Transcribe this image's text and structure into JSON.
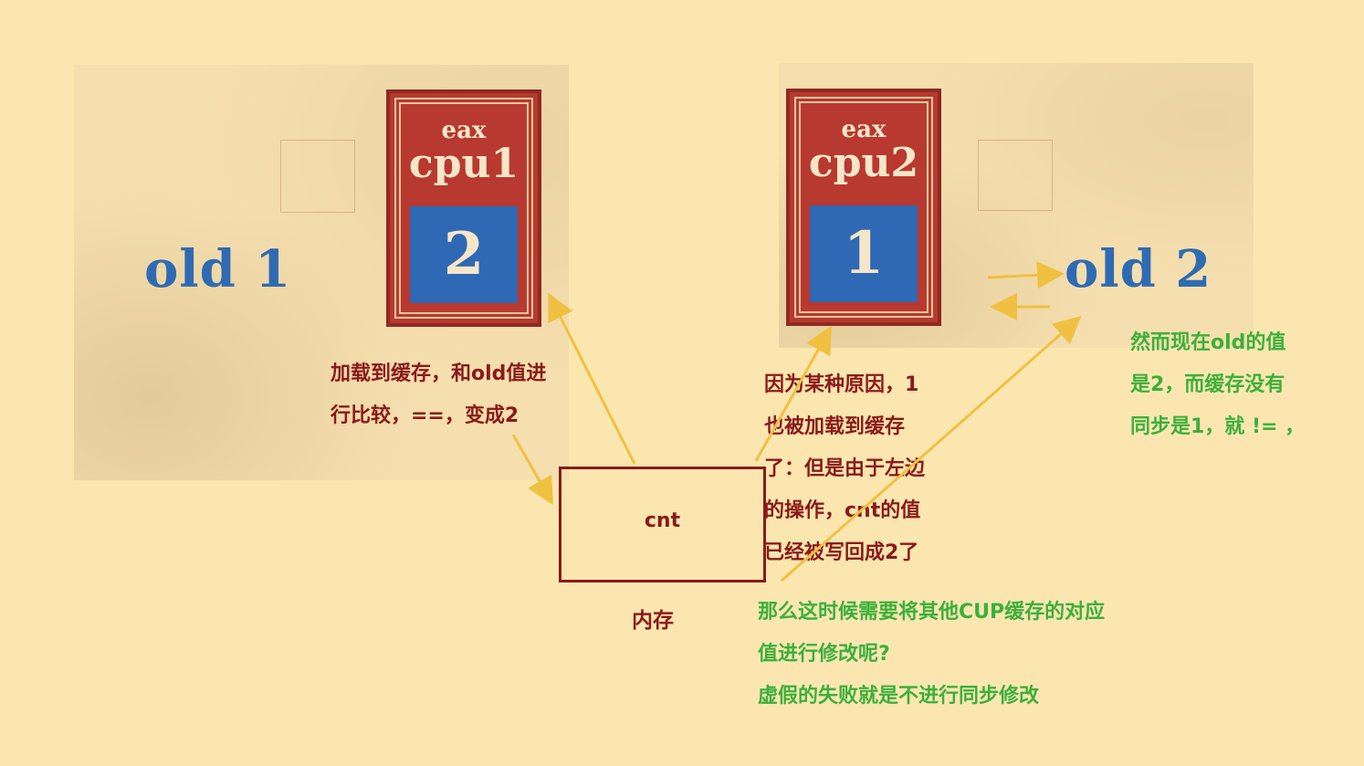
{
  "left": {
    "old_label": "old 1",
    "cpu": {
      "register": "eax",
      "name": "cpu1",
      "value": "2"
    },
    "note_lines": [
      "加载到缓存，和old值进",
      "行比较，==，变成2"
    ]
  },
  "right": {
    "old_label": "old 2",
    "cpu": {
      "register": "eax",
      "name": "cpu2",
      "value": "1"
    },
    "note_lines": [
      "然而现在old的值",
      "是2，而缓存没有",
      "同步是1，就 != ，"
    ]
  },
  "memory": {
    "variable": "cnt",
    "label": "内存"
  },
  "center_note_lines": [
    "因为某种原因，1",
    "也被加载到缓存",
    "了：但是由于左边",
    "的操作，cnt的值",
    "已经被写回成2了"
  ],
  "bottom_note_lines": [
    "那么这时候需要将其他CUP缓存的对应",
    "值进行修改呢?",
    "虚假的失败就是不进行同步修改"
  ],
  "colors": {
    "red_text": "#8b1a1a",
    "green_text": "#3bb03b",
    "arrow": "#f0c040",
    "blue": "#2f68b4"
  }
}
